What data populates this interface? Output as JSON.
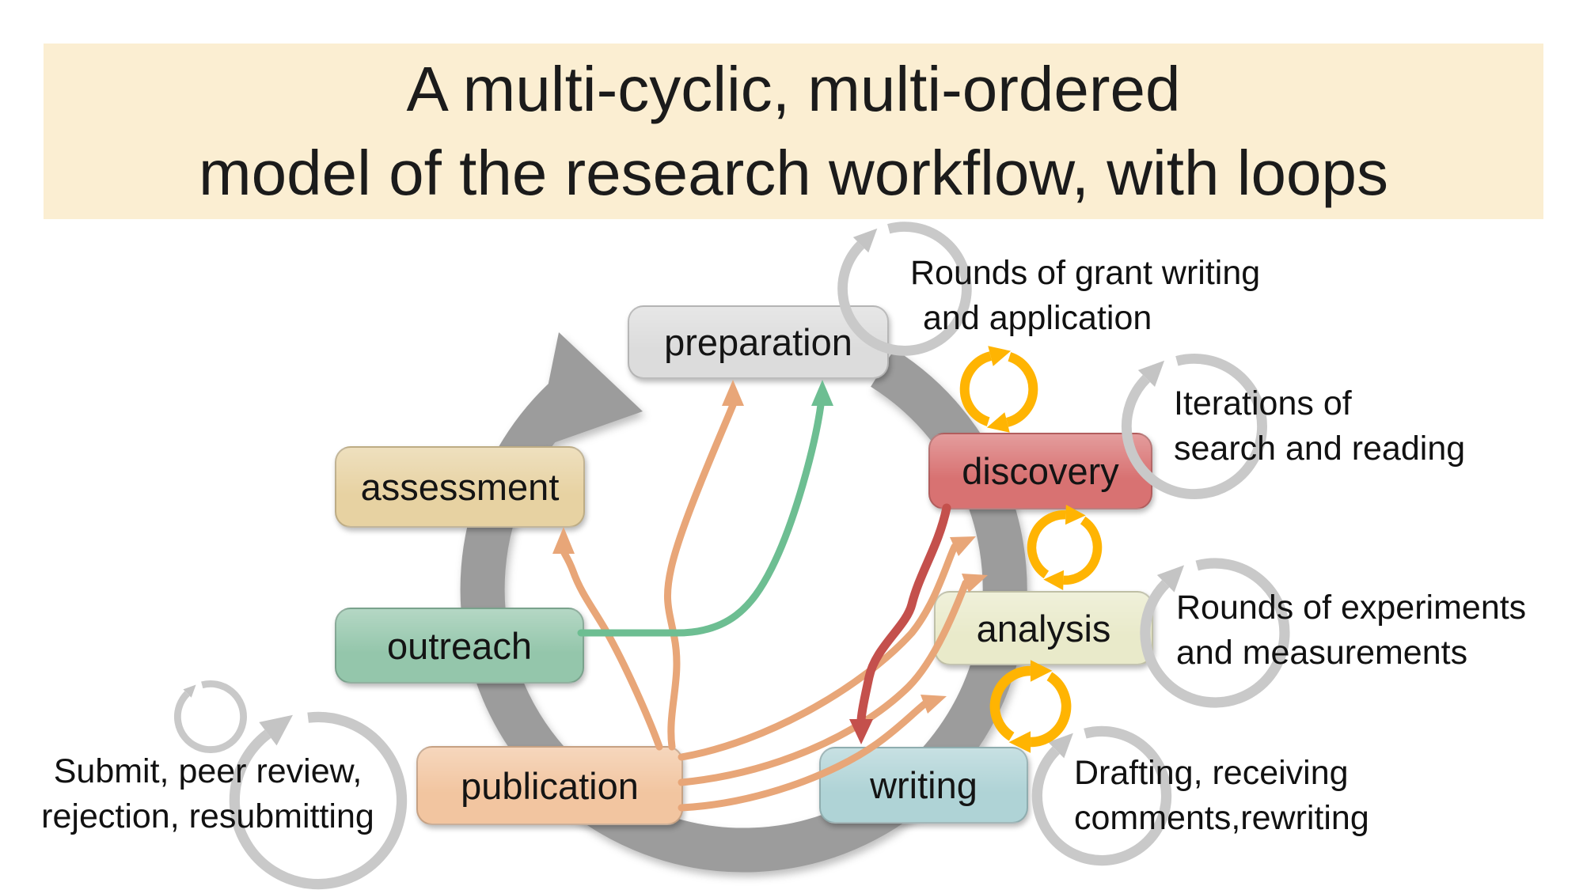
{
  "title": {
    "line1": "A multi-cyclic, multi-ordered",
    "line2": "model of the research workflow, with loops"
  },
  "stages": {
    "preparation": {
      "label": "preparation",
      "color": "#DCDCDC"
    },
    "discovery": {
      "label": "discovery",
      "color": "#D87272"
    },
    "analysis": {
      "label": "analysis",
      "color": "#E9EACA"
    },
    "writing": {
      "label": "writing",
      "color": "#AFD3D6"
    },
    "publication": {
      "label": "publication",
      "color": "#F2C5A0"
    },
    "outreach": {
      "label": "outreach",
      "color": "#94C6AB"
    },
    "assessment": {
      "label": "assessment",
      "color": "#E7D2A2"
    }
  },
  "annotations": {
    "grant": {
      "line1": "Rounds of grant writing",
      "line2": "and application"
    },
    "search": {
      "line1": "Iterations of",
      "line2": "search and reading"
    },
    "experiments": {
      "line1": "Rounds of experiments",
      "line2": "and measurements"
    },
    "drafting": {
      "line1": "Drafting, receiving",
      "line2": "comments,rewriting"
    },
    "submit": {
      "line1": "Submit, peer review,",
      "line2": "rejection, resubmitting"
    }
  },
  "icons": {
    "workflow_cycle_arrow": "large gray clockwise circular arrow (main cycle)",
    "loop_icon": "gray circular loop arrow ⟳ (local iteration)",
    "iteration_icon": "yellow two-arc cycle arrows ↻ (back-and-forth between stages)"
  },
  "colors": {
    "background": "#FFFFFF",
    "title_bg": "#FBEED2",
    "ring_gray": "#9C9C9C",
    "loop_gray": "#C9C9C9",
    "cycle_yellow": "#FFB402",
    "arrow_orange": "#E8A678",
    "arrow_green": "#6DBE92",
    "arrow_red": "#C4504C"
  }
}
